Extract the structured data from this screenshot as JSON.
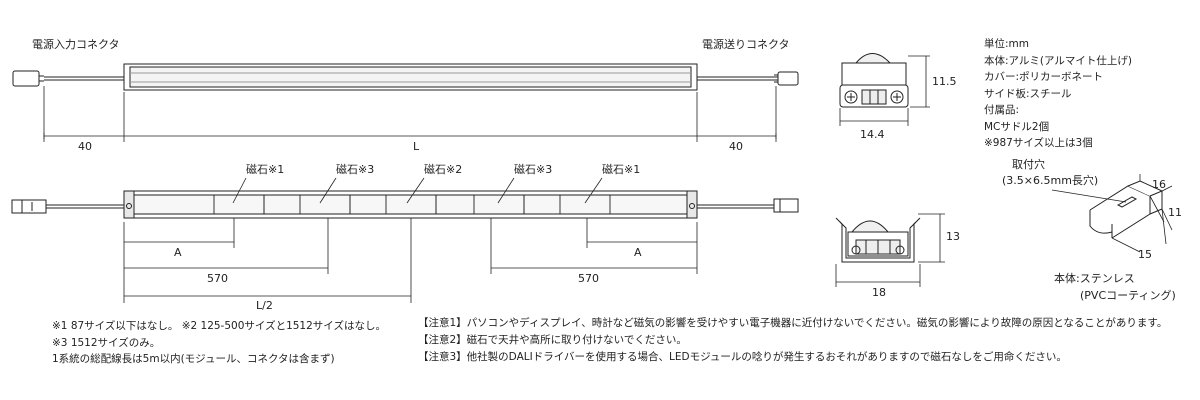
{
  "top_view": {
    "left_connector_label": "電源入力コネクタ",
    "right_connector_label": "電源送りコネクタ",
    "dim_left": "40",
    "dim_center": "L",
    "dim_right": "40"
  },
  "bottom_view": {
    "magnet_labels": [
      "磁石※1",
      "磁石※3",
      "磁石※2",
      "磁石※3",
      "磁石※1"
    ],
    "dim_a_left": "A",
    "dim_a_right": "A",
    "dim_570_left": "570",
    "dim_570_right": "570",
    "dim_half": "L/2"
  },
  "section_top": {
    "width": "14.4",
    "height": "11.5"
  },
  "section_bottom": {
    "width": "18",
    "height": "13"
  },
  "spec": {
    "unit": "単位:mm",
    "body": "本体:アルミ(アルマイト仕上げ)",
    "cover": "カバー:ポリカーボネート",
    "side": "サイド板:スチール",
    "accessories": "付属品:",
    "mc_saddle": "MCサドル2個",
    "note_987": "※987サイズ以上は3個"
  },
  "saddle": {
    "hole_title": "取付穴",
    "hole_size": "(3.5×6.5mm長穴)",
    "dim_16": "16",
    "dim_11": "11",
    "dim_15": "15",
    "material": "本体:ステンレス",
    "material_sub": "(PVCコーティング)"
  },
  "notes_left": [
    "※1 87サイズ以下はなし。 ※2 125-500サイズと1512サイズはなし。",
    "※3 1512サイズのみ。",
    "1系統の総配線長は5m以内(モジュール、コネクタは含まず)"
  ],
  "notes_right": [
    "【注意1】パソコンやディスプレイ、時計など磁気の影響を受けやすい電子機器に近付けないでください。磁気の影響により故障の原因となることがあります。",
    "【注意2】磁石で天井や高所に取り付けないでください。",
    "【注意3】他社製のDALIドライバーを使用する場合、LEDモジュールの唸りが発生するおそれがありますので磁石なしをご用命ください。"
  ]
}
